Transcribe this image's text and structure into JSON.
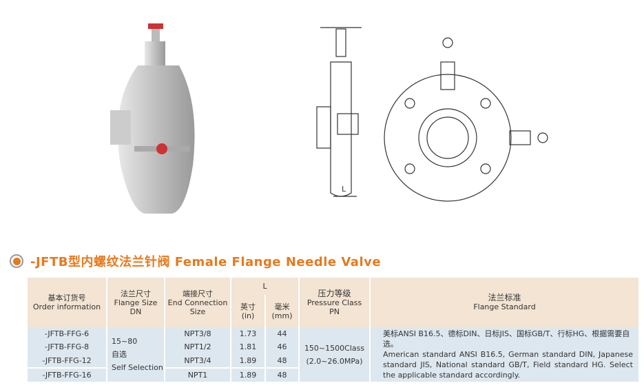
{
  "title": "-JFTB型内螺纹法兰针阀 Female Flange Needle Valve",
  "drawing": {
    "dimension_label": "L"
  },
  "colors": {
    "accent": "#e8791d",
    "header_bg": "#f3e4d3",
    "body_bg": "#dde7ef"
  },
  "table": {
    "headers": {
      "order": {
        "cn": "基本订货号",
        "en": "Order information"
      },
      "flange": {
        "cn": "法兰尺寸",
        "en": "Flange Size",
        "sub": "DN"
      },
      "end": {
        "cn": "端接尺寸",
        "en": "End Connection",
        "sub": "Size"
      },
      "L": {
        "label": "L",
        "in_cn": "英寸",
        "in_en": "(in)",
        "mm_cn": "毫米",
        "mm_en": "(mm)"
      },
      "pressure": {
        "cn": "压力等级",
        "en": "Pressure Class",
        "sub": "PN"
      },
      "standard": {
        "cn": "法兰标准",
        "en": "Flange Standard"
      }
    },
    "rows": [
      {
        "order": "-JFTB-FFG-6",
        "end": "NPT3/8",
        "in": "1.73",
        "mm": "44"
      },
      {
        "order": "-JFTB-FFG-8",
        "end": "NPT1/2",
        "in": "1.81",
        "mm": "46"
      },
      {
        "order": "-JFTB-FFG-12",
        "end": "NPT3/4",
        "in": "1.89",
        "mm": "48"
      },
      {
        "order": "-JFTB-FFG-16",
        "end": "NPT1",
        "in": "1.89",
        "mm": "48"
      }
    ],
    "flange_size": {
      "range": "15~80",
      "cn": "自选",
      "en": "Self Selection"
    },
    "pressure": {
      "class": "150~1500Class",
      "mpa": "(2.0~26.0MPa)"
    },
    "standard": {
      "cn": "美标ANSI B16.5、德标DIN、日标JIS、国标GB/T、行标HG、根据需要自选。",
      "en": "American standard ANSI B16.5, German standard DIN, Japanese standard JIS, National standard GB/T, Field standard HG. Select the applicable standard accordingly."
    }
  }
}
